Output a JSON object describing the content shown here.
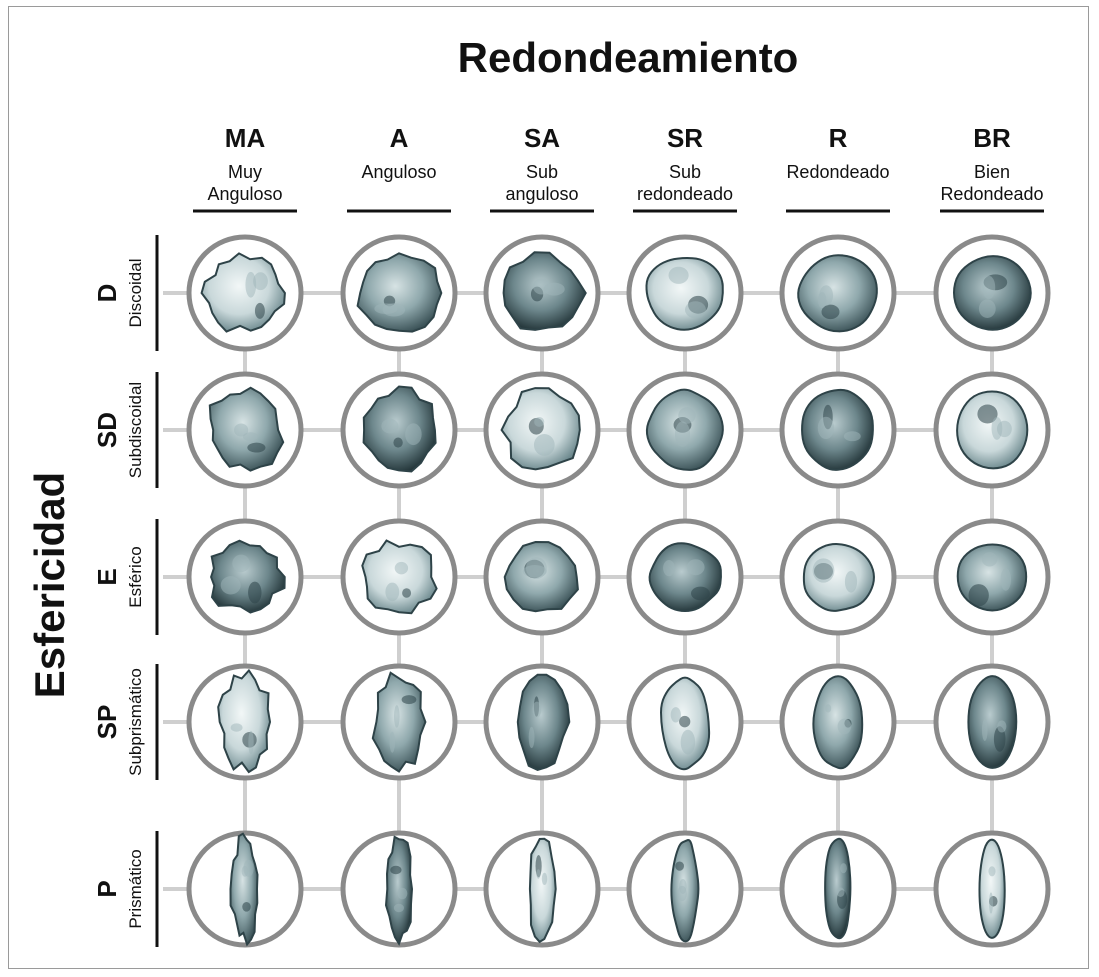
{
  "title": "Redondeamiento",
  "y_title": "Esfericidad",
  "columns": [
    {
      "abbr": "MA",
      "lines": [
        "Muy",
        "Anguloso"
      ]
    },
    {
      "abbr": "A",
      "lines": [
        "Anguloso"
      ]
    },
    {
      "abbr": "SA",
      "lines": [
        "Sub",
        "anguloso"
      ]
    },
    {
      "abbr": "SR",
      "lines": [
        "Sub",
        "redondeado"
      ]
    },
    {
      "abbr": "R",
      "lines": [
        "Redondeado"
      ]
    },
    {
      "abbr": "BR",
      "lines": [
        "Bien",
        "Redondeado"
      ]
    }
  ],
  "rows": [
    {
      "abbr": "D",
      "name": "Discoidal"
    },
    {
      "abbr": "SD",
      "name": "Subdiscoidal"
    },
    {
      "abbr": "E",
      "name": "Esférico"
    },
    {
      "abbr": "SP",
      "name": "Subprismático"
    },
    {
      "abbr": "P",
      "name": "Prismático"
    }
  ],
  "colors": {
    "grid_line": "#cfcfcf",
    "circle_stroke": "#8a8a8a",
    "grain_light": "#e6eeef",
    "grain_mid": "#9fb6ba",
    "grain_dark": "#2e4348",
    "text": "#111111"
  }
}
